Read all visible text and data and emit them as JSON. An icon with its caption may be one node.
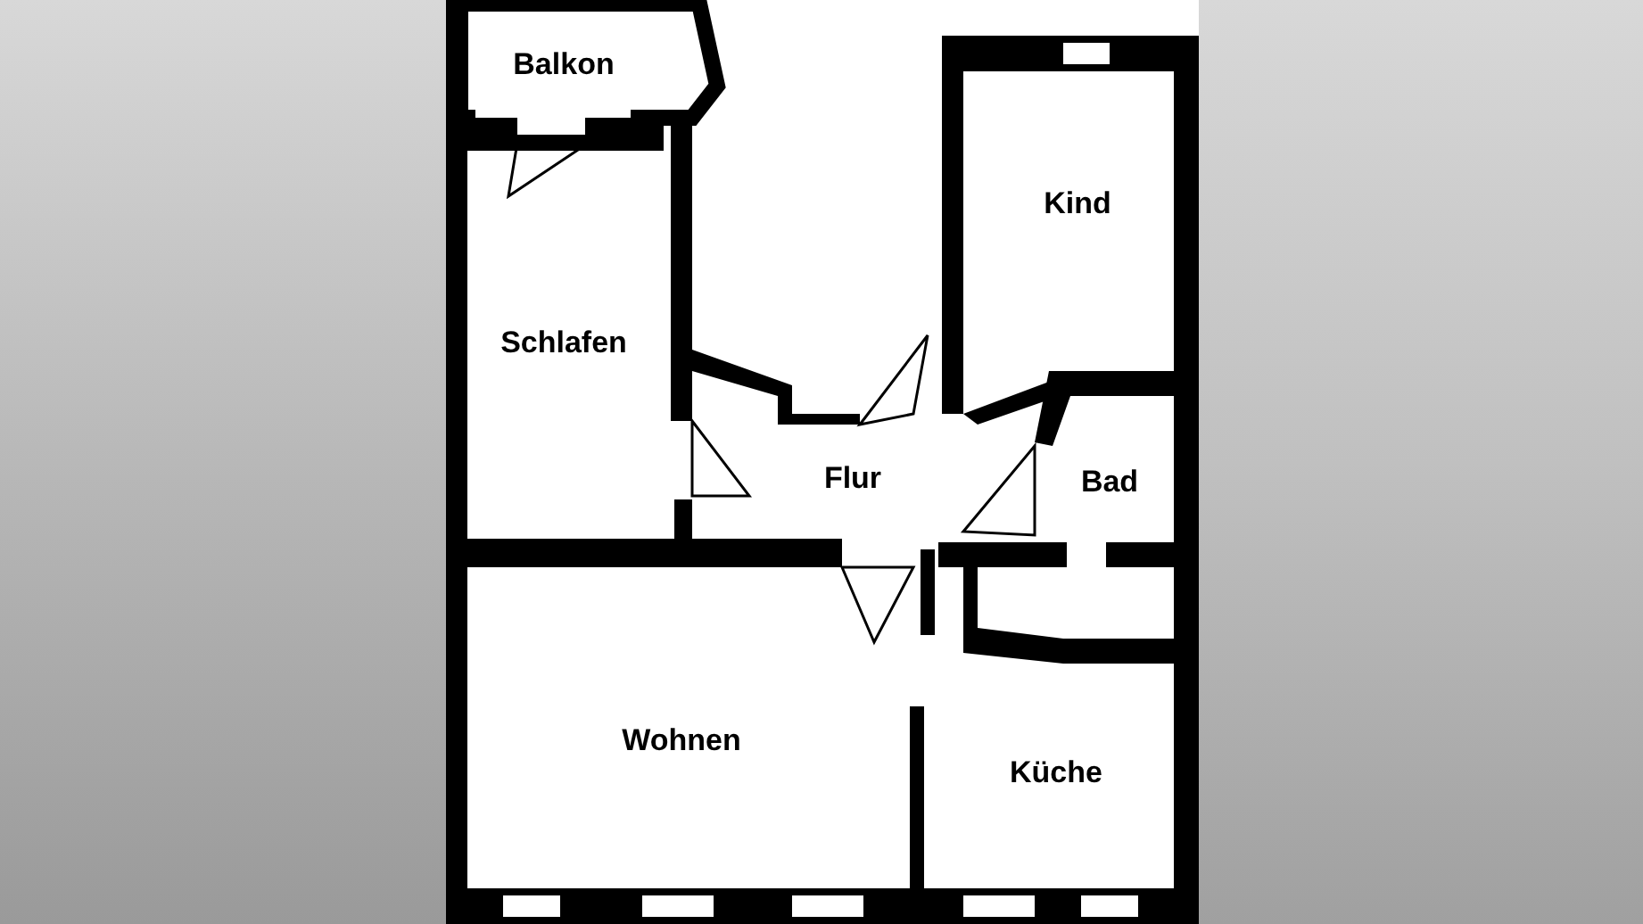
{
  "diagram": {
    "nodes": [
      {
        "text": [
          "Balkon"
        ]
      },
      {
        "text": [
          "Kind"
        ]
      },
      {
        "text": [
          "Schlafen"
        ]
      },
      {
        "text": [
          "Flur"
        ]
      },
      {
        "text": [
          "Bad"
        ]
      },
      {
        "text": [
          "Wohnen"
        ]
      },
      {
        "text": [
          "Küche"
        ]
      }
    ]
  }
}
